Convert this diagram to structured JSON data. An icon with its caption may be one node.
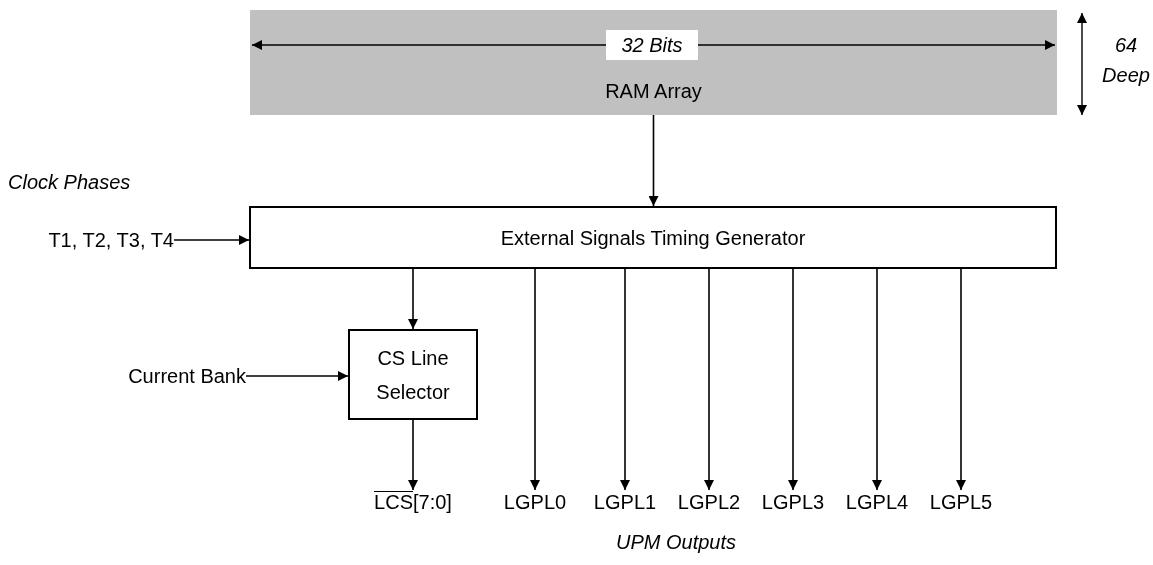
{
  "diagram": {
    "nodes": [
      {
        "text": [
          "RAM Array"
        ]
      },
      {
        "text": [
          "External Signals Timing Generator"
        ]
      },
      {
        "text": [
          "Clock Phases",
          "T1, T2, T3, T4"
        ]
      },
      {
        "text": [
          "CS Line Selector"
        ]
      },
      {
        "text": [
          "Current Bank"
        ]
      },
      {
        "text": [
          "LCS[7:0]"
        ]
      },
      {
        "text": [
          "LGPL0"
        ]
      },
      {
        "text": [
          "LGPL1"
        ]
      },
      {
        "text": [
          "LGPL2"
        ]
      },
      {
        "text": [
          "LGPL3"
        ]
      },
      {
        "text": [
          "LGPL4"
        ]
      },
      {
        "text": [
          "LGPL5"
        ]
      }
    ],
    "edges": [
      {
        "from": 0,
        "to": 1,
        "arrow": "to"
      },
      {
        "from": 2,
        "to": 1,
        "arrow": "to"
      },
      {
        "from": 1,
        "to": 3,
        "arrow": "to"
      },
      {
        "from": 4,
        "to": 3,
        "arrow": "to"
      },
      {
        "from": 3,
        "to": 5,
        "arrow": "to"
      },
      {
        "from": 1,
        "to": 6,
        "arrow": "to"
      },
      {
        "from": 1,
        "to": 7,
        "arrow": "to"
      },
      {
        "from": 1,
        "to": 8,
        "arrow": "to"
      },
      {
        "from": 1,
        "to": 9,
        "arrow": "to"
      },
      {
        "from": 1,
        "to": 10,
        "arrow": "to"
      },
      {
        "from": 1,
        "to": 11,
        "arrow": "to"
      }
    ],
    "labels": [
      "32 Bits",
      "64 Deep",
      "UPM Outputs"
    ]
  }
}
